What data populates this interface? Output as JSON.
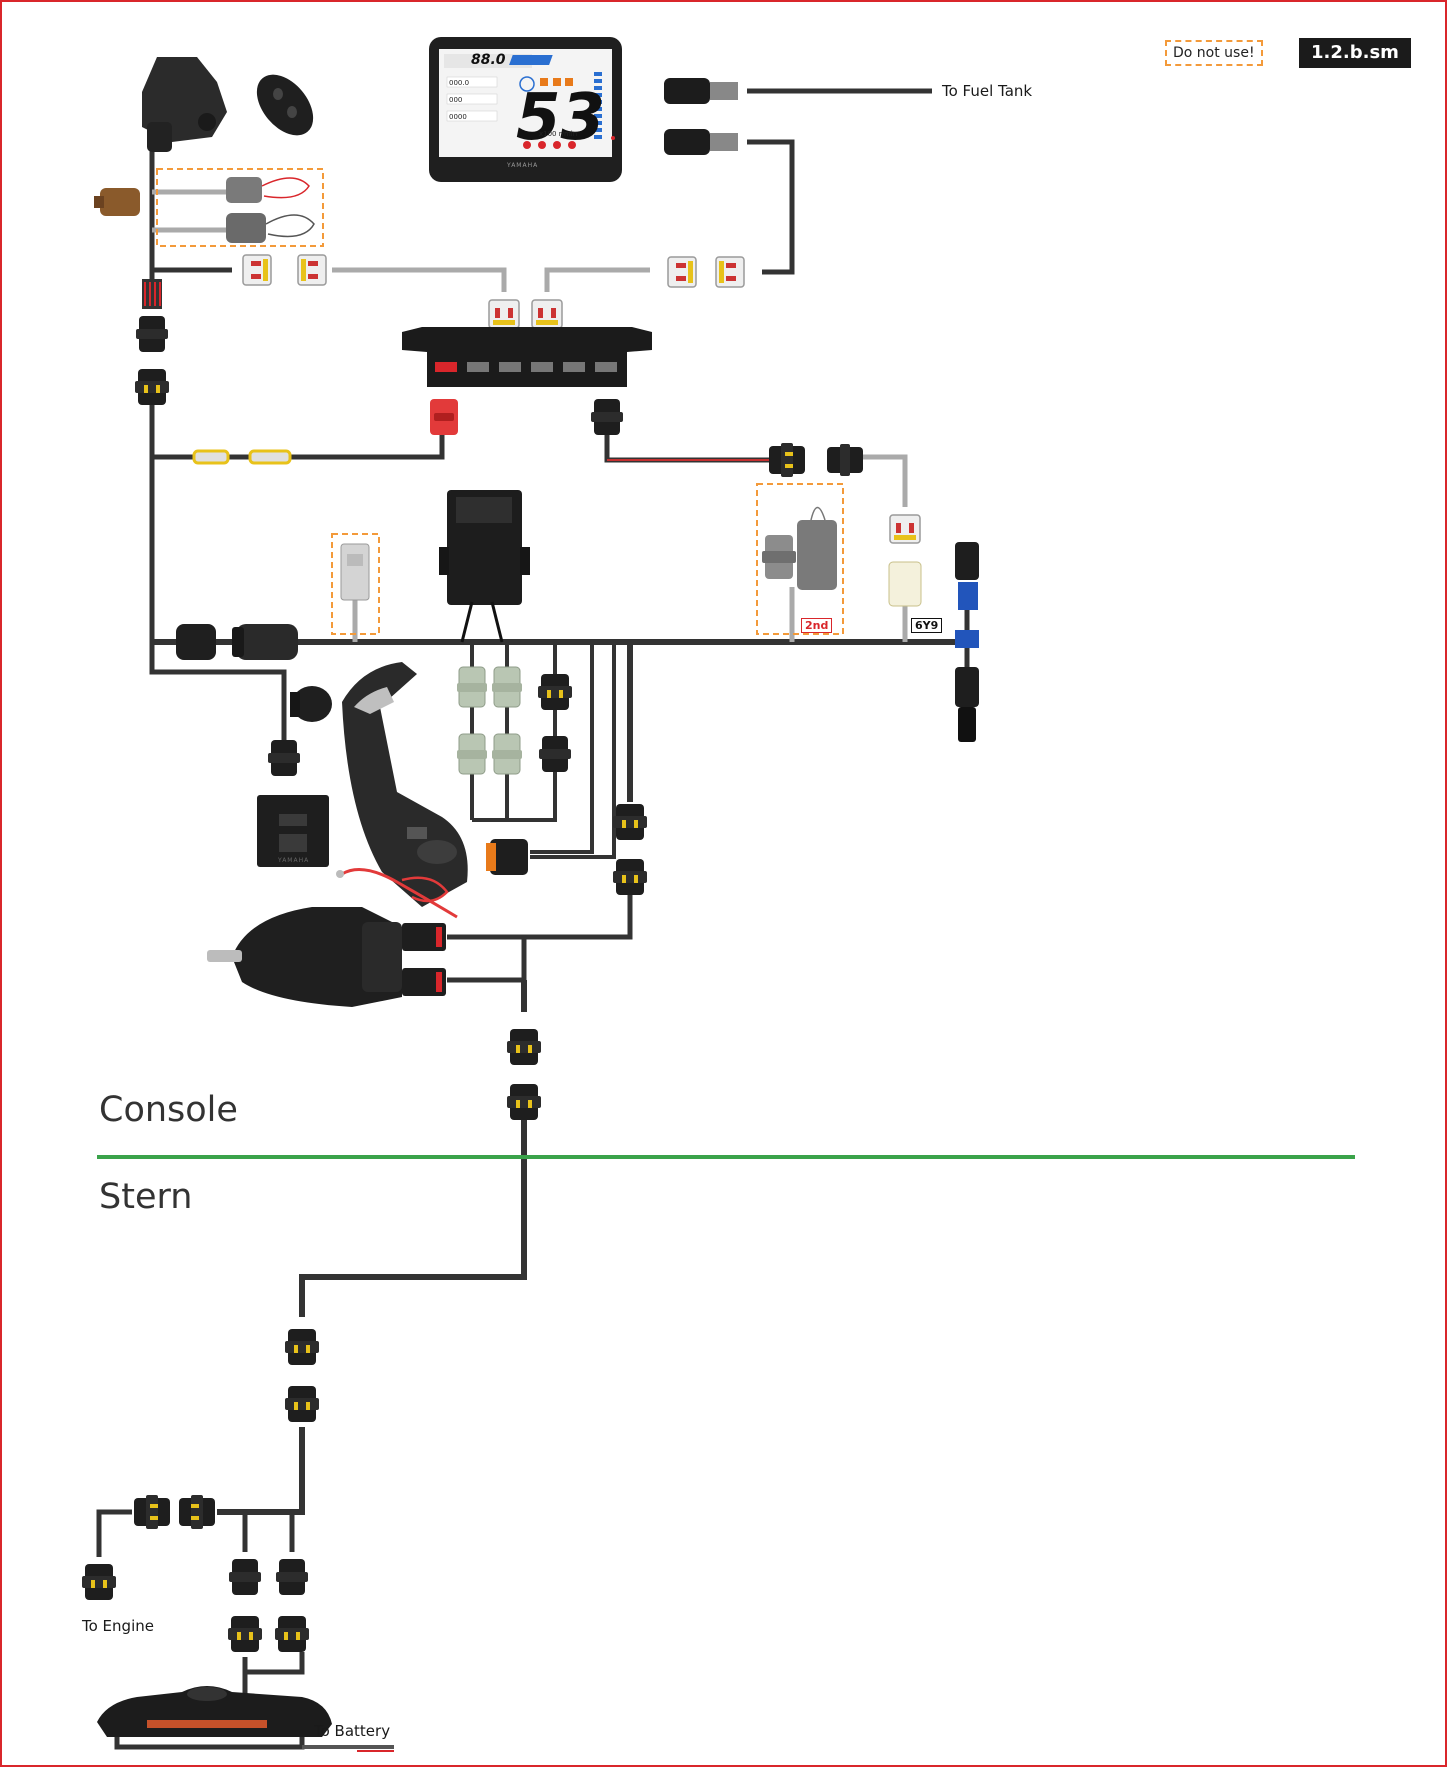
{
  "header": {
    "warning_label": "Do not use!",
    "config_code": "1.2.b.sm"
  },
  "gauge": {
    "speed_value": "88.0",
    "rpm_value": "53",
    "rpm_unit": "x100 r/min",
    "fuel_flow": "000.0",
    "engine_hours": "000",
    "trip": "0000",
    "brand": "YAMAHA"
  },
  "switch_panel": {
    "brand": "YAMAHA"
  },
  "labels": {
    "to_fuel_tank": "To Fuel Tank",
    "to_engine": "To Engine",
    "to_battery": "To Battery",
    "second_badge": "2nd",
    "part_badge": "6Y9"
  },
  "zones": {
    "console": "Console",
    "stern": "Stern"
  },
  "colors": {
    "frame": "#d9262b",
    "divider": "#3aa34a",
    "dashed_box": "#f39a3a",
    "cable": "#333333",
    "cable_light": "#aaaaaa",
    "connector_yellow": "#e8c21a",
    "connector_red": "#e23a3a",
    "connector_orange": "#e87a1a",
    "connector_blue": "#2255bb"
  }
}
